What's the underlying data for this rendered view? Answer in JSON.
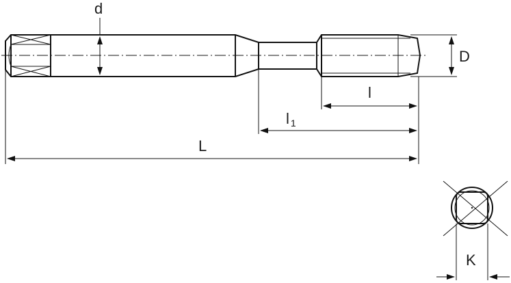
{
  "labels": {
    "d": "d",
    "D": "D",
    "l": "l",
    "l1_main": "l",
    "l1_sub": "1",
    "L": "L",
    "K": "K"
  }
}
